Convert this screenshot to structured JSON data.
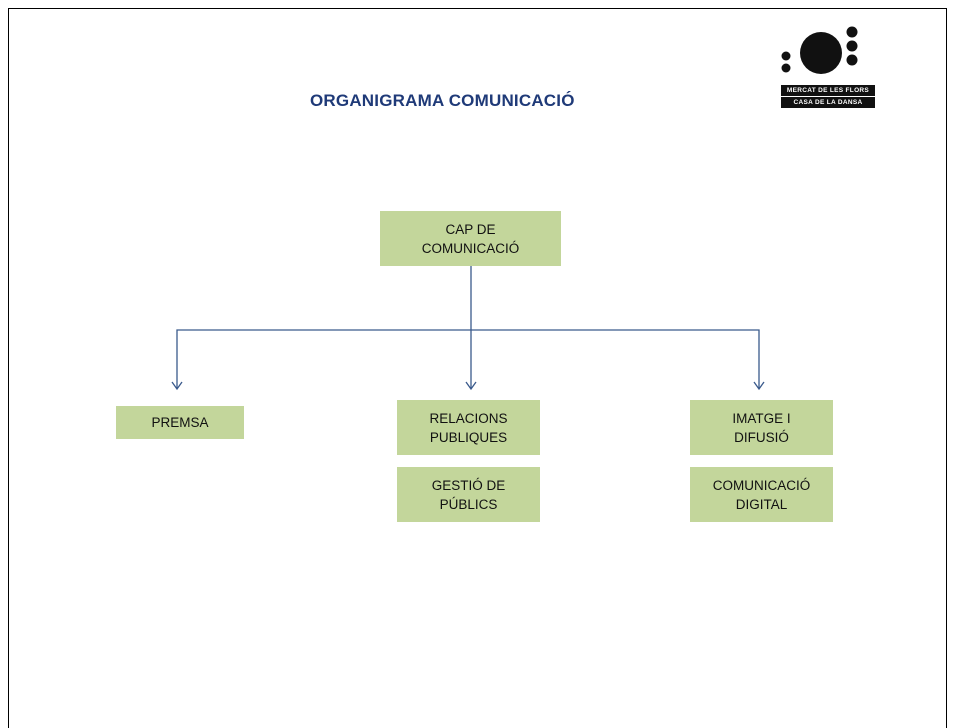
{
  "title": "ORGANIGRAMA COMUNICACIÓ",
  "logo": {
    "line1": "MERCAT DE LES FLORS",
    "line2": "CASA DE LA DANSA"
  },
  "nodes": {
    "root": "CAP DE\nCOMUNICACIÓ",
    "premsa": "PREMSA",
    "relacions": "RELACIONS\nPUBLIQUES",
    "gestio": "GESTIÓ DE\nPÚBLICS",
    "imatge": "IMATGE I\nDIFUSIÓ",
    "digital": "COMUNICACIÓ\nDIGITAL"
  },
  "colors": {
    "box": "#c3d69b",
    "line": "#3a5a8c",
    "title": "#1f3a78"
  }
}
